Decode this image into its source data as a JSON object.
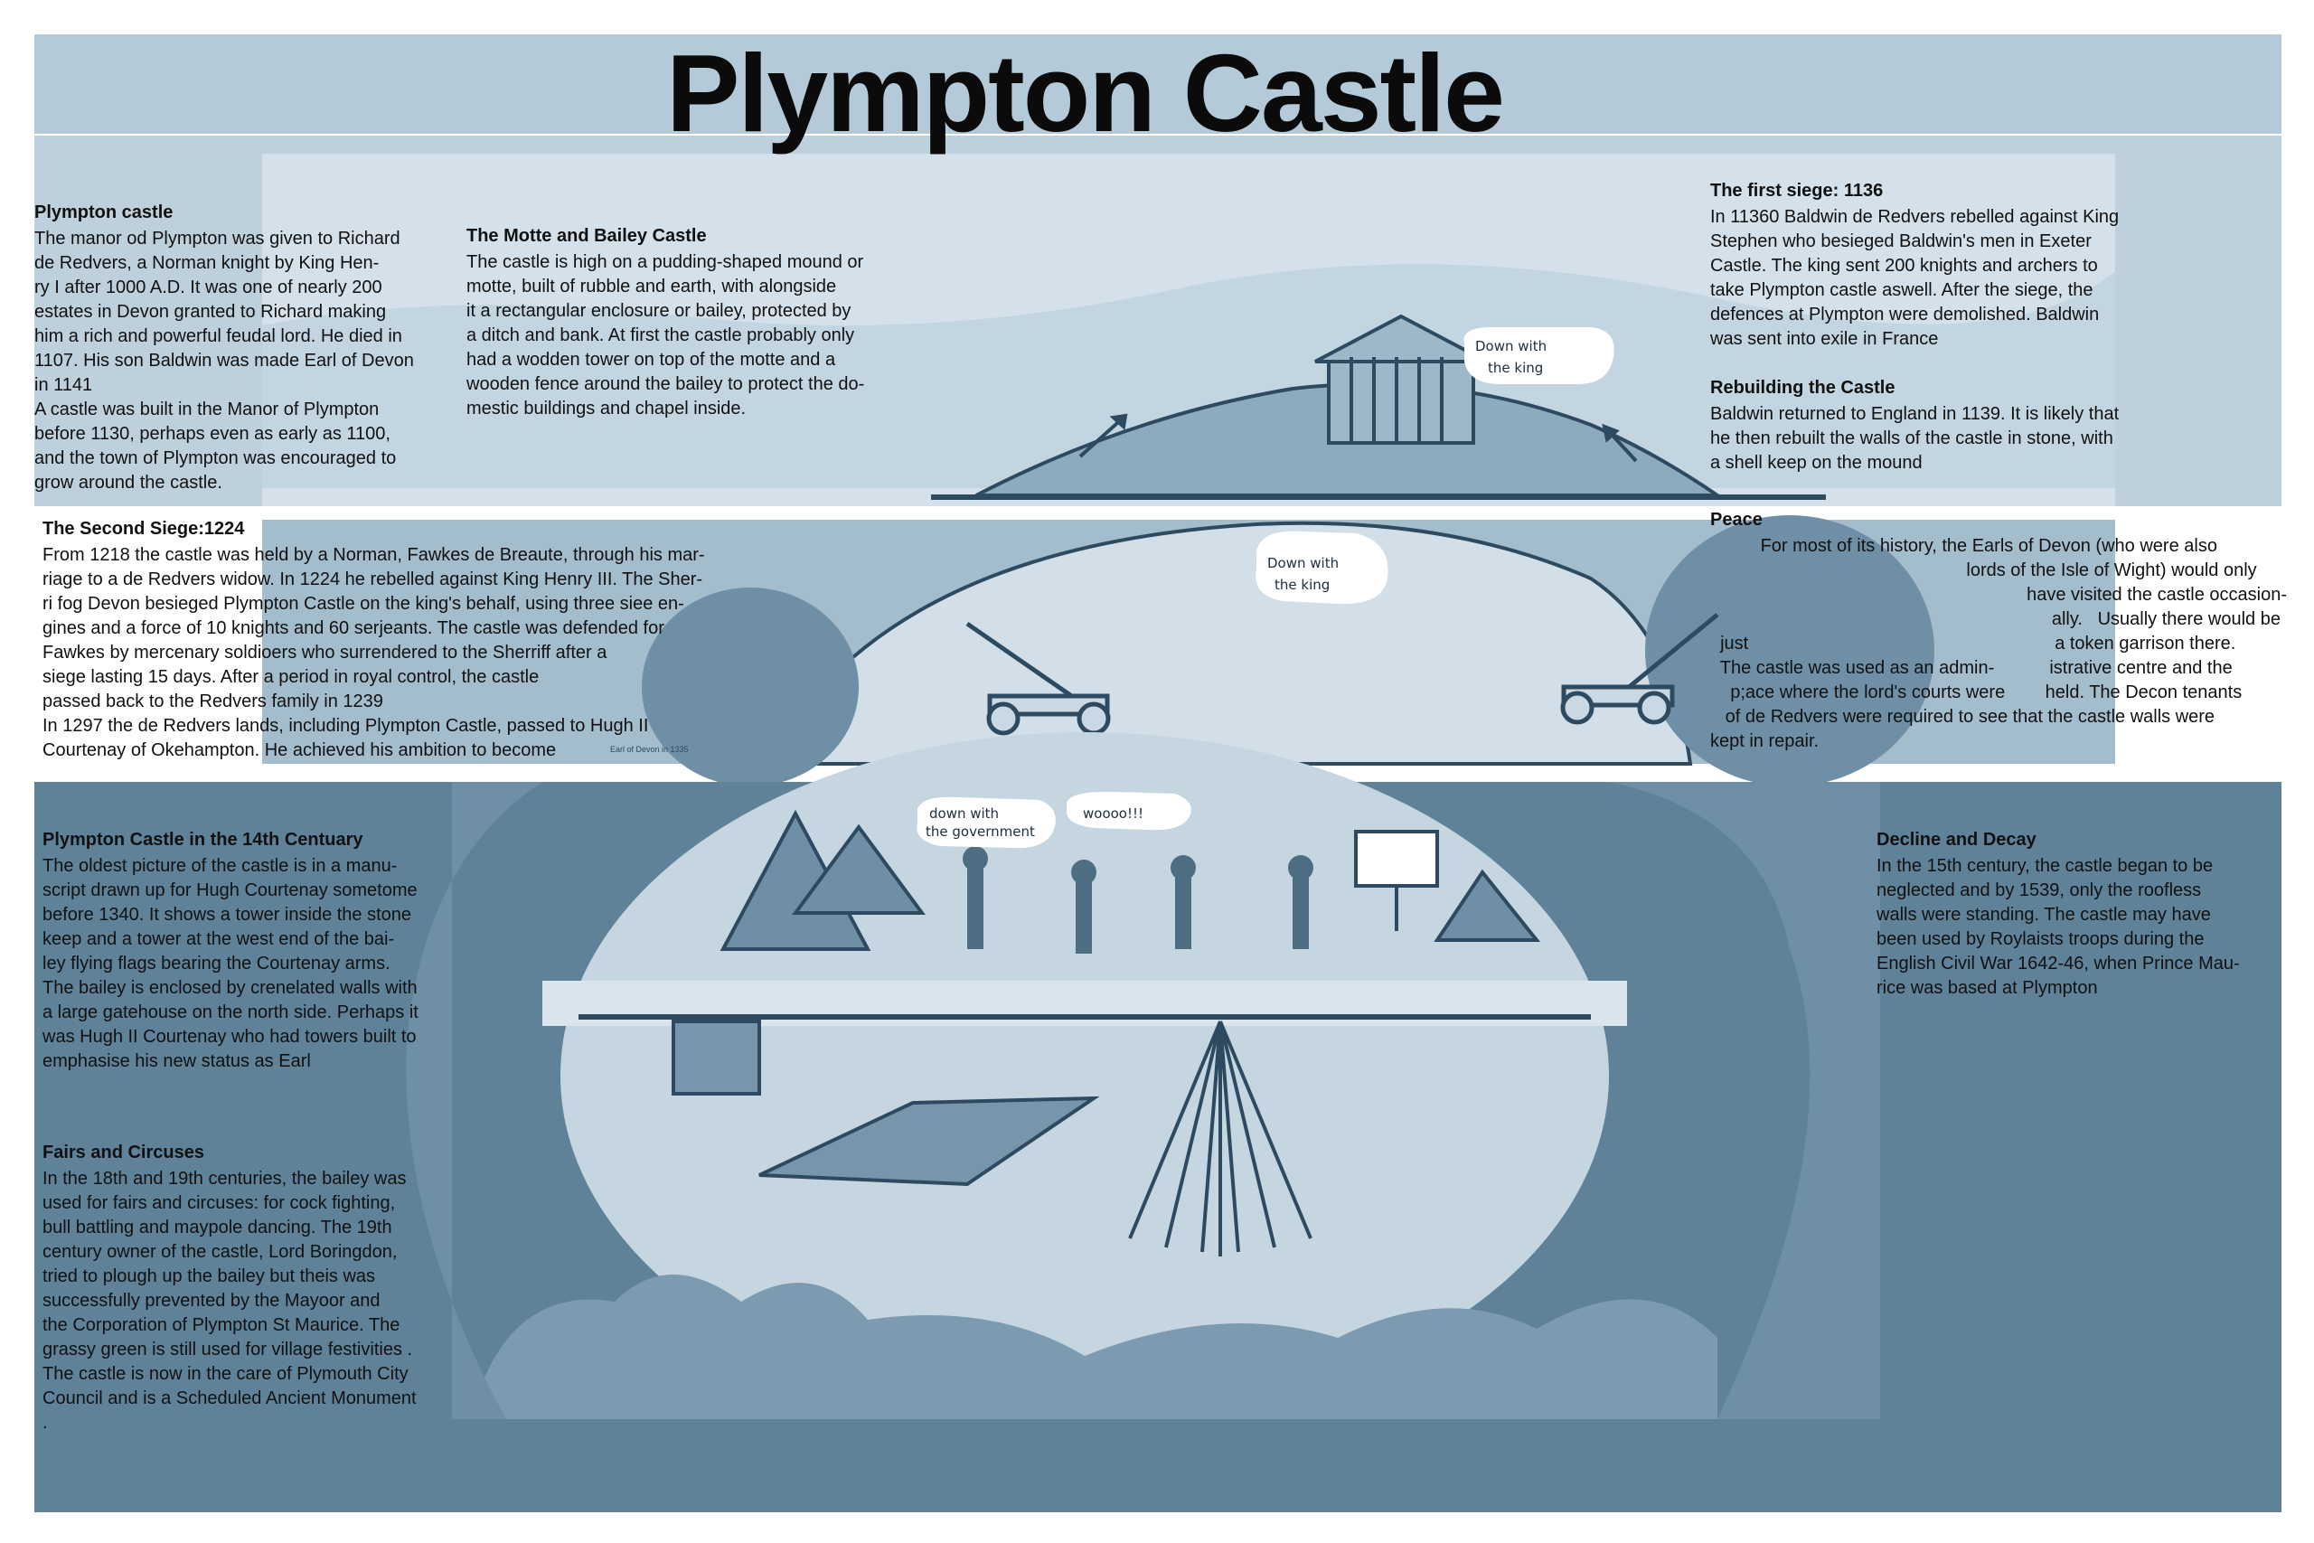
{
  "title": "Plympton Castle",
  "sections": {
    "plympton_castle": {
      "heading": "Plympton castle",
      "body": "The manor od Plympton was given to Richard\nde Redvers, a Norman knight by King Hen-\nry I after 1000 A.D. It was one of nearly 200\nestates in Devon granted to Richard making\nhim a rich and powerful feudal lord. He died in\n1107. His son Baldwin was made Earl of Devon\nin 1141\nA castle was built in the Manor of Plympton\nbefore 1130, perhaps even as early as 1100,\nand the town of Plympton was encouraged to\ngrow around the castle."
    },
    "motte_bailey": {
      "heading": "The Motte and Bailey Castle",
      "body": "The castle is high on a pudding-shaped mound or\nmotte, built of rubble and earth, with alongside\nit a rectangular enclosure or bailey, protected by\na ditch and bank. At first the castle probably only\nhad a wodden tower on top of the motte and a\nwooden fence around the bailey to protect the do-\nmestic buildings and chapel inside."
    },
    "first_siege": {
      "heading": "The first siege: 1136",
      "body": "In 11360 Baldwin de Redvers rebelled against King\nStephen who besieged Baldwin's men in Exeter\nCastle. The king sent 200 knights and archers to\ntake Plympton castle aswell. After the siege, the\ndefences at Plympton were demolished. Baldwin\nwas sent into exile in France"
    },
    "rebuilding": {
      "heading": "Rebuilding the Castle",
      "body": "Baldwin returned to England in 1139. It is likely that\nhe then rebuilt the walls of the castle in stone, with\na shell keep on the mound"
    },
    "second_siege": {
      "heading": "The Second Siege:1224",
      "body": "From 1218 the castle was held by a Norman, Fawkes de Breaute, through his mar-\nriage to a de Redvers widow. In 1224 he rebelled against King Henry III. The Sher-\nri fog Devon besieged Plympton Castle on the king's behalf, using three siee en-\ngines and a force of 10 knights and 60 serjeants. The castle was defended for\nFawkes by mercenary soldioers who surrendered to the Sherriff after          a\nsiege lasting 15 days. After a period in royal control, the castle\npassed back to the Redvers family in 1239\nIn 1297 the de Redvers lands, including Plympton Castle, passed to       Hugh II\nCourtenay of Okehampton. He achieved his ambition to become",
      "tiny_note": "Earl of Devon in 1335"
    },
    "peace": {
      "heading": "Peace",
      "body": "          For most of its history, the Earls of Devon (who were also\n                                                   lords of the Isle of Wight) would only\n                                                               have visited the castle occasion-\n                                                                    ally.   Usually there would be\n  just                                                             a token garrison there.\n  The castle was used as an admin-           istrative centre and the\n    p;ace where the lord's courts were        held. The Decon tenants\n   of de Redvers were required to see that the castle walls were\nkept in repair."
    },
    "century14": {
      "heading": "Plympton Castle in the 14th Centuary",
      "body": "The oldest picture of the castle is in a manu-\nscript drawn up for Hugh Courtenay sometome\nbefore 1340. It shows a tower inside the stone\nkeep and a tower at the west end of the bai-\nley flying flags bearing the Courtenay arms.\nThe bailey is enclosed by crenelated walls with\na large gatehouse on the north side. Perhaps it\nwas Hugh II Courtenay who had towers built to\nemphasise his new status as Earl"
    },
    "decline": {
      "heading": "Decline and Decay",
      "body": "In the 15th century, the castle began to be\nneglected and by 1539, only the roofless\nwalls were standing. The castle may have\nbeen used by Roylaists troops during the\nEnglish Civil War 1642-46, when Prince Mau-\nrice was based at Plympton"
    },
    "fairs": {
      "heading": "Fairs and Circuses",
      "body": "In the 18th and 19th centuries, the bailey was\nused for fairs and circuses: for cock fighting,\nbull battling and maypole dancing. The 19th\ncentury owner of the castle, Lord Boringdon,\ntried to plough up the bailey but theis was\nsuccessfully prevented by the Mayoor and\nthe Corporation of Plympton St Maurice. The\ngrassy green is still used for village festivities .\nThe castle is now in the care of Plymouth City\nCouncil and is a Scheduled Ancient Monument\n."
    }
  },
  "speech_bubbles": {
    "tower_line1": "Down with",
    "tower_line2": "the king",
    "siege_line1": "Down with",
    "siege_line2": "the king",
    "crowd_line1": "down with",
    "crowd_line2": "the government",
    "cheer": "woooo!!!"
  },
  "colors": {
    "band_light": "#b8ccd9",
    "band_mid": "#8fabbf",
    "band_dark": "#5f8299",
    "ink": "#2d4a60",
    "text": "#111111"
  }
}
